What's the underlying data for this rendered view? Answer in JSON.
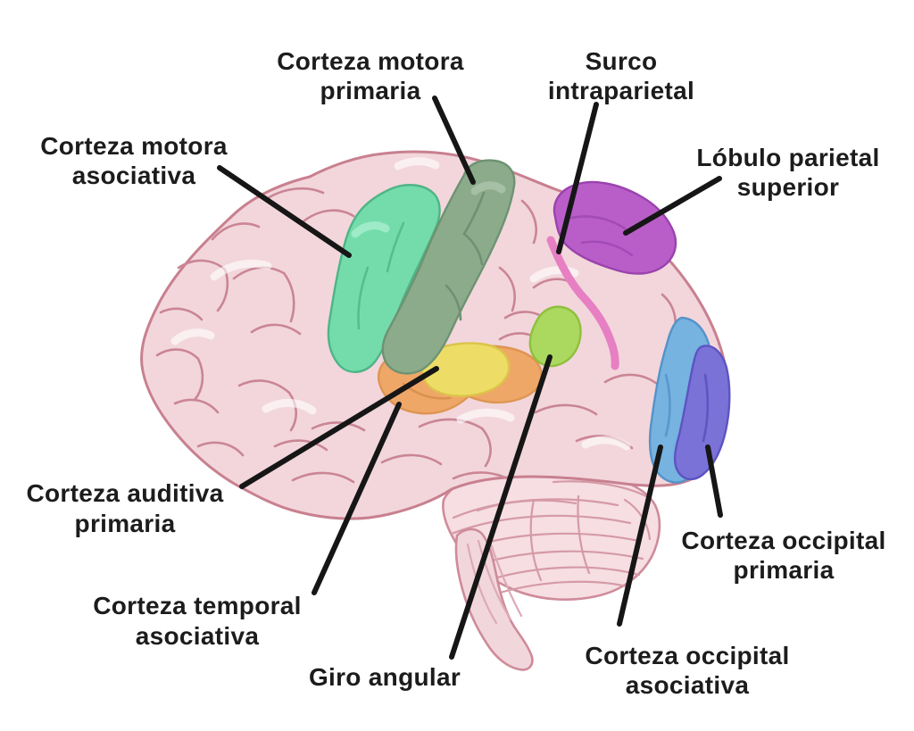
{
  "diagram": {
    "background": "#ffffff",
    "label_color": "#1c1c1c",
    "leader_color": "#161616",
    "brain": {
      "cortex_fill": "#f2d6db",
      "outline_color": "#c8808f",
      "sulci_color": "#ca8595",
      "cerebellum_fill": "#f6dee3",
      "brainstem_fill": "#f1d7dc"
    }
  },
  "regions": [
    {
      "id": "premotor",
      "name": "Corteza motora asociativa",
      "color": "#74dcab"
    },
    {
      "id": "primary-motor",
      "name": "Corteza motora primaria",
      "color": "#8cab8a"
    },
    {
      "id": "superior-parietal",
      "name": "Lóbulo parietal superior",
      "color": "#b95ec9"
    },
    {
      "id": "intraparietal-sulcus",
      "name": "Surco intraparietal",
      "color": "#e77fc3"
    },
    {
      "id": "primary-auditory",
      "name": "Corteza auditiva primaria",
      "color": "#eddd67"
    },
    {
      "id": "temporal-association",
      "name": "Corteza temporal asociativa",
      "color": "#efa767"
    },
    {
      "id": "angular-gyrus",
      "name": "Giro angular",
      "color": "#abd85f"
    },
    {
      "id": "occipital-association",
      "name": "Corteza occipital asociativa",
      "color": "#76b3e0"
    },
    {
      "id": "primary-occipital",
      "name": "Corteza occipital primaria",
      "color": "#7a72d7"
    }
  ],
  "labels": [
    {
      "id": "corteza-motora-primaria",
      "lines": [
        "Corteza motora",
        "primaria"
      ]
    },
    {
      "id": "surco-intraparietal",
      "lines": [
        "Surco",
        "intraparietal"
      ]
    },
    {
      "id": "corteza-motora-asociativa",
      "lines": [
        "Corteza motora",
        "asociativa"
      ]
    },
    {
      "id": "lobulo-parietal-superior",
      "lines": [
        "Lóbulo parietal",
        "superior"
      ]
    },
    {
      "id": "corteza-auditiva-primaria",
      "lines": [
        "Corteza auditiva",
        "primaria"
      ]
    },
    {
      "id": "corteza-temporal-asociativa",
      "lines": [
        "Corteza temporal",
        "asociativa"
      ]
    },
    {
      "id": "giro-angular",
      "lines": [
        "Giro angular"
      ]
    },
    {
      "id": "corteza-occipital-primaria",
      "lines": [
        "Corteza occipital",
        "primaria"
      ]
    },
    {
      "id": "corteza-occipital-asociativa",
      "lines": [
        "Corteza occipital",
        "asociativa"
      ]
    }
  ]
}
